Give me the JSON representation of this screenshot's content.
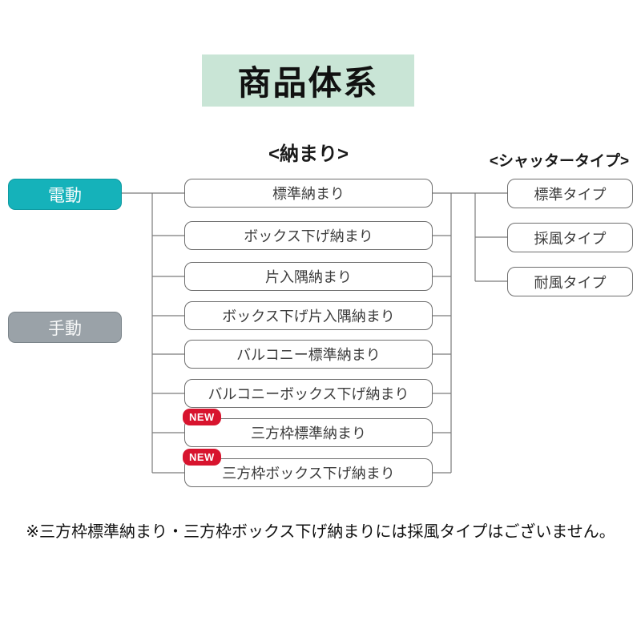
{
  "title": "商品体系",
  "headers": {
    "nakamari": "<納まり>",
    "shutter_type": "<シャッタータイプ>"
  },
  "drive_modes": [
    {
      "id": "electric",
      "label": "電動",
      "color": "#15b2ba"
    },
    {
      "id": "manual",
      "label": "手動",
      "color": "#9aa2a8"
    }
  ],
  "badge_new": "NEW",
  "nakamari_items": [
    {
      "label": "標準納まり",
      "is_new": false
    },
    {
      "label": "ボックス下げ納まり",
      "is_new": false
    },
    {
      "label": "片入隅納まり",
      "is_new": false
    },
    {
      "label": "ボックス下げ片入隅納まり",
      "is_new": false
    },
    {
      "label": "バルコニー標準納まり",
      "is_new": false
    },
    {
      "label": "バルコニーボックス下げ納まり",
      "is_new": false
    },
    {
      "label": "三方枠標準納まり",
      "is_new": true
    },
    {
      "label": "三方枠ボックス下げ納まり",
      "is_new": true
    }
  ],
  "shutter_types": [
    {
      "label": "標準タイプ"
    },
    {
      "label": "採風タイプ"
    },
    {
      "label": "耐風タイプ"
    }
  ],
  "note": "※三方枠標準納まり・三方枠ボックス下げ納まりには採風タイプはございません。",
  "colors": {
    "title_bg": "#c9e5d6",
    "electric_button": "#15b2ba",
    "manual_button": "#9aa2a8",
    "new_badge": "#d8142e",
    "connector_line": "#7a7a7a",
    "box_border": "#6e6e6e"
  }
}
